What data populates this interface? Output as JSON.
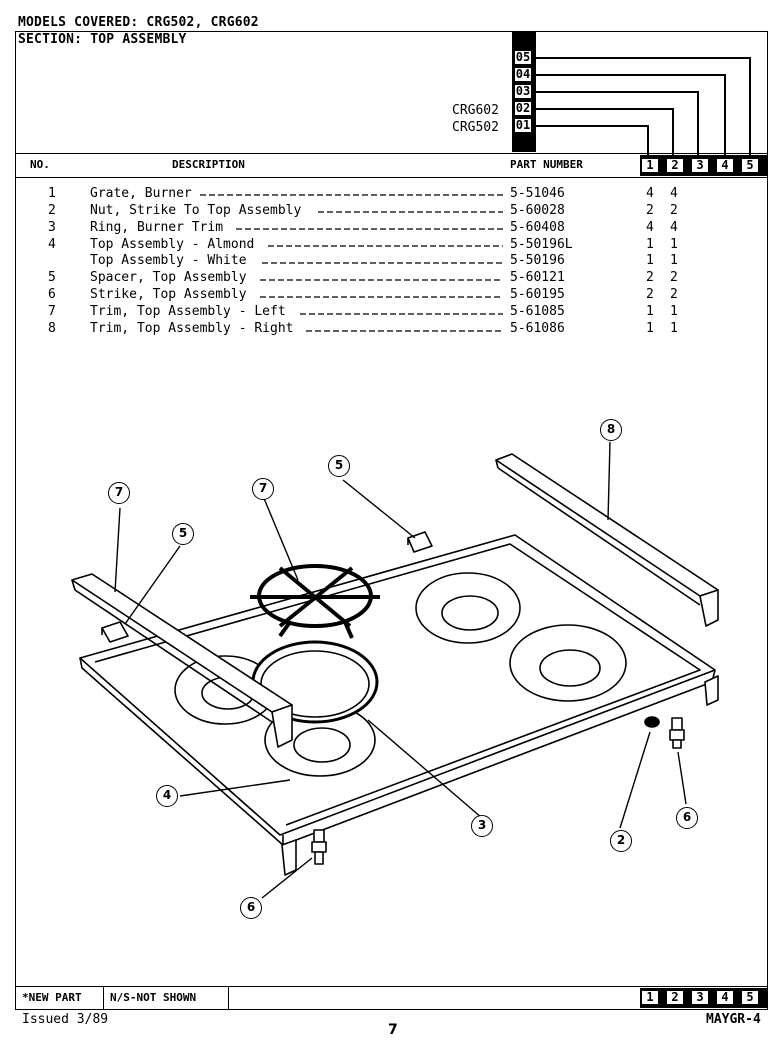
{
  "header": {
    "models_covered": "MODELS COVERED:  CRG502, CRG602",
    "section": "SECTION:  TOP ASSEMBLY"
  },
  "model_key": {
    "slots": [
      "05",
      "04",
      "03",
      "02",
      "01"
    ],
    "models": [
      {
        "name": "CRG602",
        "slot": "02"
      },
      {
        "name": "CRG502",
        "slot": "01"
      }
    ]
  },
  "columns": {
    "no": "NO.",
    "description": "DESCRIPTION",
    "part_number": "PART NUMBER",
    "model_cols": [
      "1",
      "2",
      "3",
      "4",
      "5"
    ]
  },
  "parts": [
    {
      "no": "1",
      "desc": "Grate, Burner",
      "part": "5-51046",
      "q1": "4",
      "q2": "4"
    },
    {
      "no": "2",
      "desc": "Nut, Strike To Top Assembly",
      "part": "5-60028",
      "q1": "2",
      "q2": "2"
    },
    {
      "no": "3",
      "desc": "Ring, Burner Trim",
      "part": "5-60408",
      "q1": "4",
      "q2": "4"
    },
    {
      "no": "4",
      "desc": "Top Assembly - Almond",
      "part": "5-50196L",
      "q1": "1",
      "q2": "1"
    },
    {
      "no": "",
      "desc": "Top Assembly - White",
      "part": "5-50196",
      "q1": "1",
      "q2": "1"
    },
    {
      "no": "5",
      "desc": "Spacer, Top Assembly",
      "part": "5-60121",
      "q1": "2",
      "q2": "2"
    },
    {
      "no": "6",
      "desc": "Strike, Top Assembly",
      "part": "5-60195",
      "q1": "2",
      "q2": "2"
    },
    {
      "no": "7",
      "desc": "Trim, Top Assembly - Left",
      "part": "5-61085",
      "q1": "1",
      "q2": "1"
    },
    {
      "no": "8",
      "desc": "Trim, Top Assembly - Right",
      "part": "5-61086",
      "q1": "1",
      "q2": "1"
    }
  ],
  "callouts": [
    "8",
    "5",
    "7",
    "7",
    "5",
    "4",
    "3",
    "2",
    "6",
    "6"
  ],
  "footer": {
    "new_part": "*NEW PART",
    "not_shown": "N/S-NOT SHOWN",
    "issued": "Issued 3/89",
    "page": "7",
    "code": "MAYGR-4"
  }
}
